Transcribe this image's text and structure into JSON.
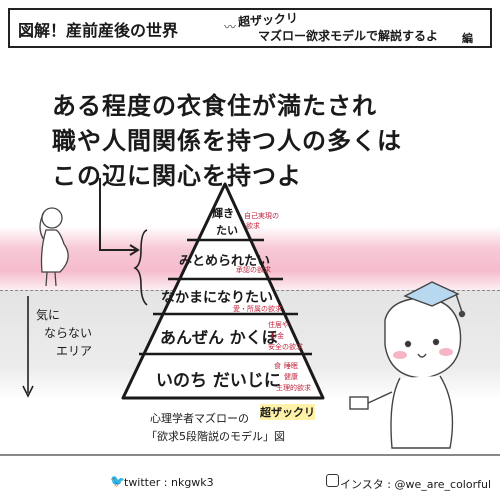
{
  "header": {
    "title": "図解！産前産後の世界",
    "sub_line1": "超ザックリ",
    "sub_line2": "マズロー欲求モデルで解説するよ",
    "sub_line3": "編"
  },
  "headline": [
    "ある程度の衣食住が満たされ",
    "職や人間関係を持つ人の多くは",
    "この辺に関心を持つよ"
  ],
  "pyramid": {
    "levels": [
      {
        "label_line1": "輝き",
        "label_line2": "たい",
        "note_line1": "自己実現の",
        "note_line2": "欲求"
      },
      {
        "label": "みとめられたい",
        "note": "承認の欲求"
      },
      {
        "label": "なかまになりたい",
        "note": "愛・所属の欲求"
      },
      {
        "label": "あんぜん かくほ",
        "note_line1": "住居や",
        "note_line2": "お金",
        "note_line3": "安全の欲求"
      },
      {
        "label": "いのち だいじに",
        "note_line1": "食",
        "note_line2": "睡眠",
        "note_line3": "健康",
        "note_line4": "生理的欲求"
      }
    ]
  },
  "left_note": {
    "line1": "気に",
    "line2": "ならない",
    "line3": "エリア"
  },
  "caption": {
    "line1_a": "心理学者マズローの",
    "line1_b": "超ザックリ",
    "line2": "「欲求5段階説のモデル」図"
  },
  "footer": {
    "twitter": "twitter : nkgwk3",
    "insta": "インスタ : @we_are_colorful"
  },
  "colors": {
    "pink_band": "#f7c9d6",
    "gray_band": "#dedede",
    "accent_red": "#c0253c",
    "pyramid_fill": "#ffffff"
  }
}
